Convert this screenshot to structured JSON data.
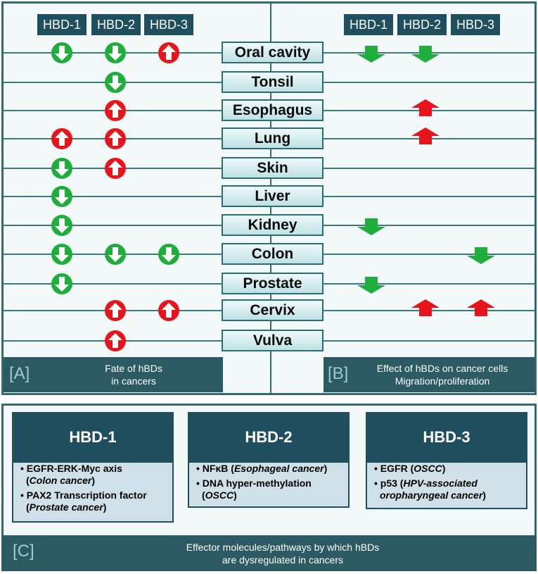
{
  "headers_a": [
    "HBD-1",
    "HBD-2",
    "HBD-3"
  ],
  "headers_b": [
    "HBD-1",
    "HBD-2",
    "HBD-3"
  ],
  "organs": [
    {
      "name": "Oral cavity",
      "a": [
        "down",
        "down",
        "up"
      ],
      "b": [
        "down",
        "down",
        ""
      ]
    },
    {
      "name": "Tonsil",
      "a": [
        "",
        "down",
        ""
      ],
      "b": [
        "",
        "",
        ""
      ]
    },
    {
      "name": "Esophagus",
      "a": [
        "",
        "up",
        ""
      ],
      "b": [
        "",
        "up",
        ""
      ]
    },
    {
      "name": "Lung",
      "a": [
        "up",
        "up",
        ""
      ],
      "b": [
        "",
        "up",
        ""
      ]
    },
    {
      "name": "Skin",
      "a": [
        "down",
        "up",
        ""
      ],
      "b": [
        "",
        "",
        ""
      ]
    },
    {
      "name": "Liver",
      "a": [
        "down",
        "",
        ""
      ],
      "b": [
        "",
        "",
        ""
      ]
    },
    {
      "name": "Kidney",
      "a": [
        "down",
        "",
        ""
      ],
      "b": [
        "down",
        "",
        ""
      ]
    },
    {
      "name": "Colon",
      "a": [
        "down",
        "down",
        "down"
      ],
      "b": [
        "",
        "",
        "down"
      ]
    },
    {
      "name": "Prostate",
      "a": [
        "down",
        "",
        ""
      ],
      "b": [
        "down",
        "",
        ""
      ]
    },
    {
      "name": "Cervix",
      "a": [
        "",
        "up",
        "up"
      ],
      "b": [
        "",
        "up",
        "up"
      ]
    },
    {
      "name": "Vulva",
      "a": [
        "",
        "up",
        ""
      ],
      "b": [
        "",
        "",
        ""
      ]
    }
  ],
  "colors": {
    "up": "#e8141b",
    "down": "#1fae3c",
    "header": "#1f4e5f",
    "line": "#3a7a7e"
  },
  "panel_a": {
    "letter": "[A]",
    "line1": "Fate of hBDs",
    "line2": "in cancers"
  },
  "panel_b": {
    "letter": "[B]",
    "line1": "Effect of hBDs on cancer cells",
    "line2": "Migration/proliferation"
  },
  "panel_c": {
    "letter": "[C]",
    "line1": "Effector molecules/pathways by which hBDs",
    "line2": "are dysregulated in cancers",
    "boxes": [
      {
        "title": "HBD-1",
        "items": [
          {
            "main": "EGFR-ERK-Myc axis",
            "note": "Colon cancer"
          },
          {
            "main": "PAX2 Transcription factor",
            "note": "Prostate cancer"
          }
        ]
      },
      {
        "title": "HBD-2",
        "items": [
          {
            "main": "NFκB",
            "note": "Esophageal cancer"
          },
          {
            "main": "DNA hyper-methylation",
            "note": "OSCC"
          }
        ]
      },
      {
        "title": "HBD-3",
        "items": [
          {
            "main": "EGFR",
            "note": "OSCC"
          },
          {
            "main": "p53",
            "note": "HPV-associated oropharyngeal cancer"
          }
        ]
      }
    ]
  }
}
